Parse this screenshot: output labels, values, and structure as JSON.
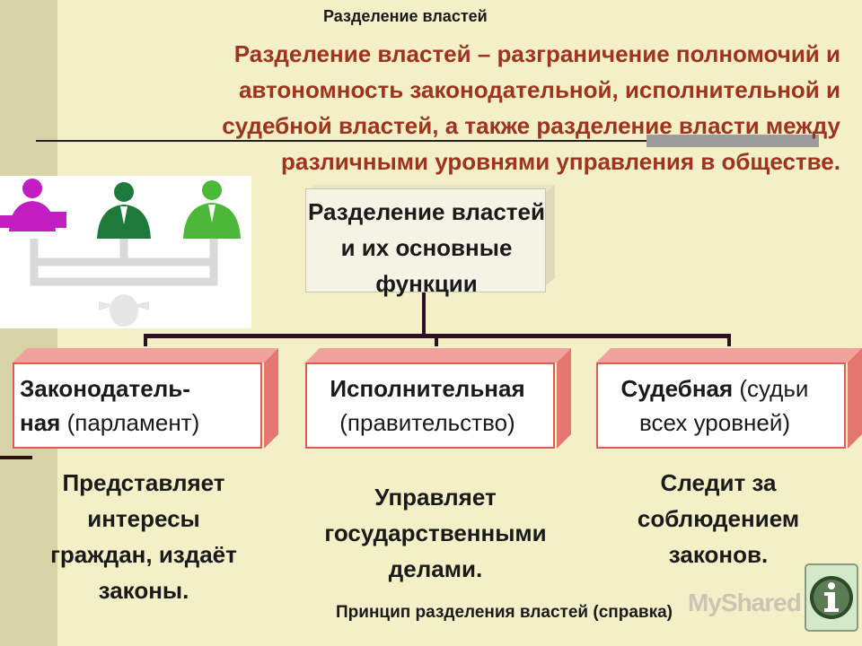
{
  "header": {
    "title": "Разделение властей"
  },
  "definition": {
    "lines": [
      "Разделение властей – разграничение полномочий и",
      "автономность законодательной, исполнительной и",
      "судебной властей, а также разделение власти между",
      "различными уровнями управления в обществе."
    ]
  },
  "diagram": {
    "root": {
      "lines": [
        "Разделение властей",
        "и их основные",
        "функции"
      ]
    },
    "branches": [
      {
        "name_lines": [
          "Законодатель-",
          "ная"
        ],
        "note": "(парламент)",
        "function_lines": [
          "Представляет",
          "интересы",
          "граждан, издаёт",
          "законы."
        ]
      },
      {
        "name": "Исполнительная",
        "note": "(правительство)",
        "function_lines": [
          "Управляет",
          "государственными",
          "делами."
        ]
      },
      {
        "name": "Судебная",
        "note_lines": [
          "(судьи",
          "всех уровней)"
        ],
        "function_lines": [
          "Следит за",
          "соблюдением",
          "законов."
        ]
      }
    ]
  },
  "footer": {
    "link": "Принцип разделения властей (справка)"
  },
  "watermark": {
    "text": "MyShared"
  },
  "icons": {
    "illustration": "branches-of-power-people-icon",
    "info": "info-icon"
  },
  "colors": {
    "background": "#f3efc6",
    "definition_text": "#a0331f",
    "box_border": "#e05a56",
    "legislative": "#c21ec2",
    "executive": "#1e7a3a",
    "judicial": "#4cb83a"
  }
}
